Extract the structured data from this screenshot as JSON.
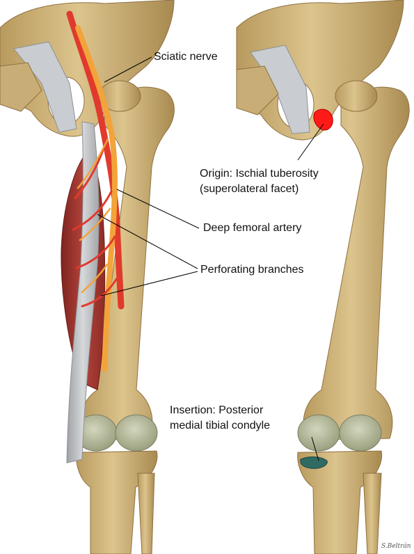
{
  "labels": {
    "sciatic_nerve": "Sciatic nerve",
    "origin_line1": "Origin: Ischial tuberosity",
    "origin_line2": "(superolateral facet)",
    "deep_femoral_artery": "Deep femoral artery",
    "perforating_branches": "Perforating branches",
    "insertion_line1": "Insertion: Posterior",
    "insertion_line2": "medial tibial condyle"
  },
  "signature": "S.Beltrán",
  "colors": {
    "bone": "#cfb37a",
    "bone_dark": "#9c7d45",
    "muscle": "#a8362f",
    "artery": "#e03a2c",
    "nerve": "#f2a33a",
    "tendon": "#b9bcc0",
    "cartilage": "#b8bc9c",
    "origin_marker": "#ff1a1a",
    "insertion_marker": "#2f6b63",
    "leader_line": "#000000"
  }
}
